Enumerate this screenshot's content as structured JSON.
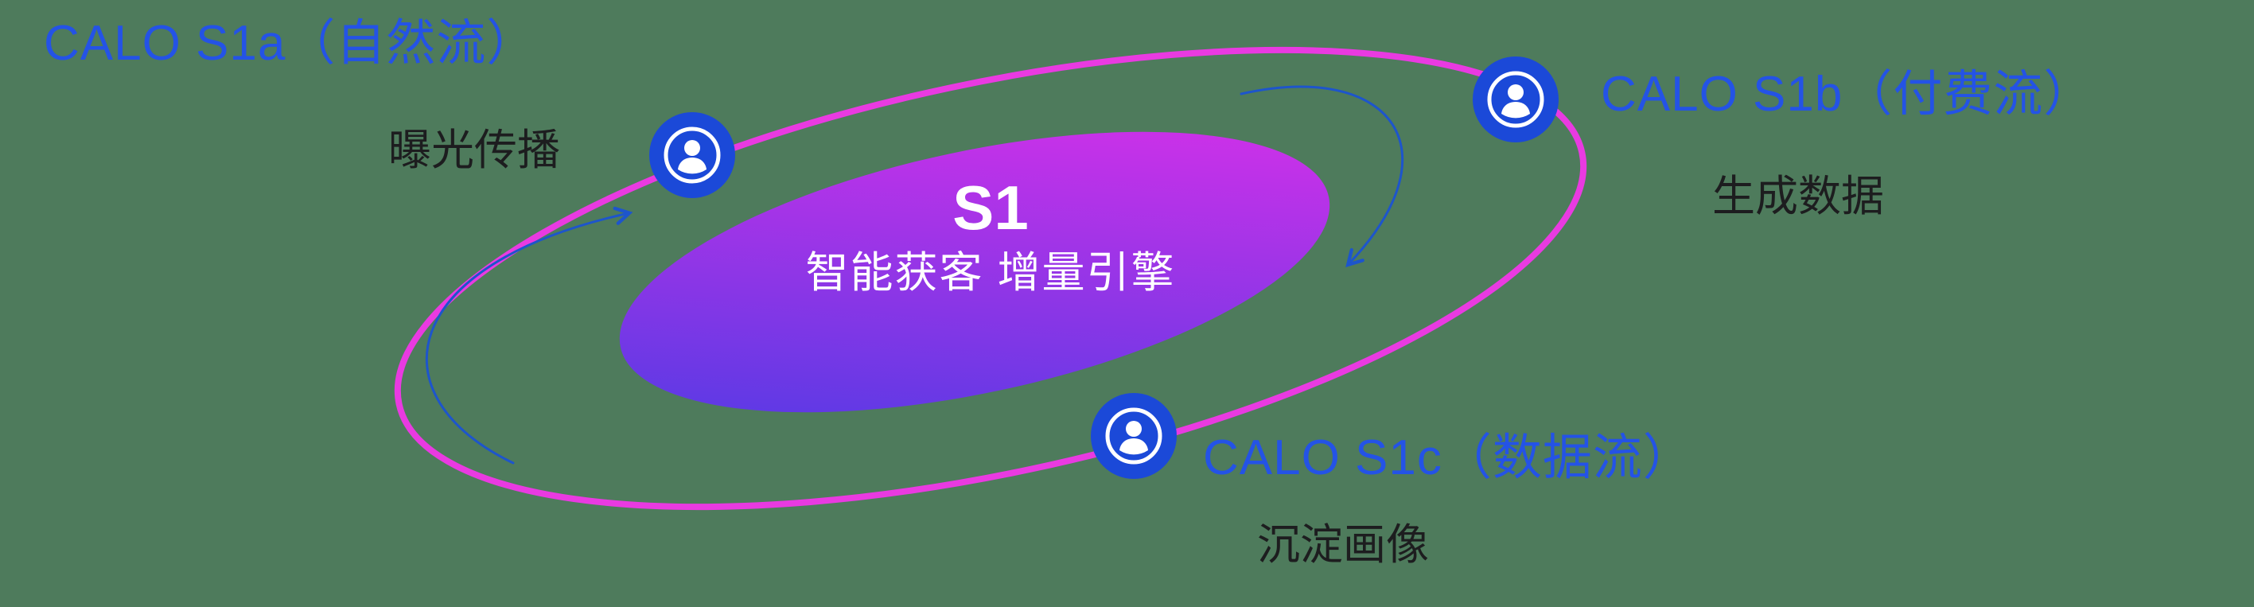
{
  "center": {
    "title": "S1",
    "subtitle": "智能获客  增量引擎"
  },
  "nodes": [
    {
      "id": "s1a",
      "label": "CALO S1a（自然流）",
      "sublabel": "曝光传播",
      "icon": "person-icon"
    },
    {
      "id": "s1b",
      "label": "CALO S1b（付费流）",
      "sublabel": "生成数据",
      "icon": "person-icon"
    },
    {
      "id": "s1c",
      "label": "CALO S1c（数据流）",
      "sublabel": "沉淀画像",
      "icon": "person-icon"
    }
  ],
  "colors": {
    "background_green": "#4e7b5c",
    "label_blue": "#2453e6",
    "node_blue": "#1b49d8",
    "orbit_pink": "#e93ae1",
    "text_dark": "#1d1d1f",
    "core_gradient_start": "#4b3be4",
    "core_gradient_end": "#d830e9",
    "arrow_blue": "#1d55cc"
  }
}
